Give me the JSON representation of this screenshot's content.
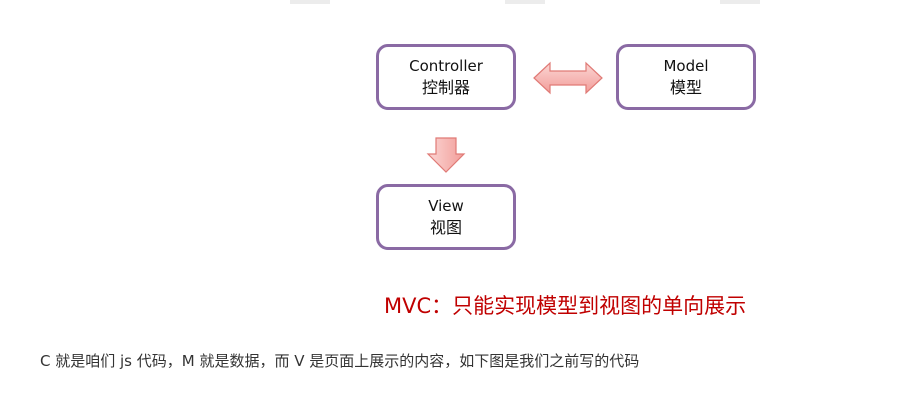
{
  "diagram": {
    "nodes": {
      "controller": {
        "label": "Controller",
        "sublabel": "控制器"
      },
      "model": {
        "label": "Model",
        "sublabel": "模型"
      },
      "view": {
        "label": "View",
        "sublabel": "视图"
      }
    },
    "edges": [
      {
        "from": "controller",
        "to": "model",
        "style": "double-arrow"
      },
      {
        "from": "controller",
        "to": "view",
        "style": "down-arrow"
      }
    ],
    "caption": "MVC：只能实现模型到视图的单向展示"
  },
  "body_text": "C 就是咱们 js 代码，M 就是数据，而 V 是页面上展示的内容，如下图是我们之前写的代码",
  "colors": {
    "node_border": "#8a6aa4",
    "arrow_fill": "#f6b3b0",
    "arrow_stroke": "#e07a76",
    "caption": "#c00000"
  }
}
